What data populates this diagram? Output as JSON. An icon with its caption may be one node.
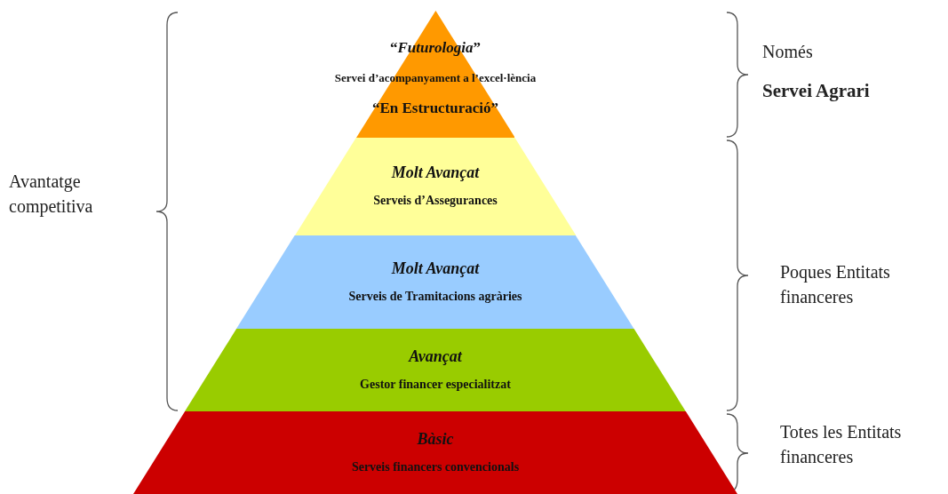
{
  "diagram": {
    "nodes": [
      {
        "text": [
          "“*Futurologia*”",
          "Servei d’acompanyament a l’excel·lència",
          "“En Estructuració”"
        ]
      },
      {
        "text": [
          "Molt Avançat",
          "Serveis d’Assegurances"
        ]
      },
      {
        "text": [
          "Molt Avançat",
          "Serveis de Tramitacions agràries"
        ]
      },
      {
        "text": [
          "Avançat",
          "Gestor financer especialitzat"
        ]
      },
      {
        "text": [
          "Bàsic",
          "Serveis financers convencionals"
        ]
      }
    ],
    "labels": [
      "Avantatge competitiva",
      "Només",
      "Servei Agrari",
      "Poques Entitats financeres",
      "Totes les Entitats financeres"
    ]
  }
}
